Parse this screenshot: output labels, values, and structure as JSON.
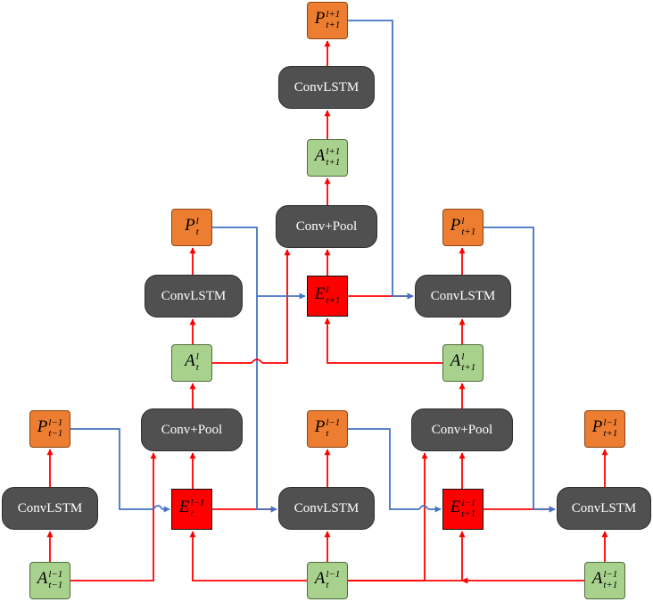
{
  "labels": {
    "convlstm": "ConvLSTM",
    "convpool": "Conv+Pool"
  },
  "colors": {
    "arrow_red": "#ff0000",
    "arrow_blue": "#4472c4",
    "module_fill": "#505050",
    "representation_fill": "#a9d18e",
    "prediction_fill": "#ed7d31",
    "error_fill": "#ff0000"
  },
  "symbols": {
    "A_lm1_tm1": {
      "base": "A",
      "sup": "l−1",
      "sub": "t−1"
    },
    "A_lm1_t": {
      "base": "A",
      "sup": "l−1",
      "sub": "t"
    },
    "A_lm1_tp1": {
      "base": "A",
      "sup": "l−1",
      "sub": "t+1"
    },
    "P_lm1_tm1": {
      "base": "P",
      "sup": "l−1",
      "sub": "t−1"
    },
    "P_lm1_t": {
      "base": "P",
      "sup": "l−1",
      "sub": "t"
    },
    "P_lm1_tp1": {
      "base": "P",
      "sup": "l−1",
      "sub": "t+1"
    },
    "E_lm1_t": {
      "base": "E",
      "sup": "l−1",
      "sub": "t"
    },
    "E_lm1_tp1": {
      "base": "E",
      "sup": "l−1",
      "sub": "t+1"
    },
    "A_l_t": {
      "base": "A",
      "sup": "l",
      "sub": "t"
    },
    "A_l_tp1": {
      "base": "A",
      "sup": "l",
      "sub": "t+1"
    },
    "P_l_t": {
      "base": "P",
      "sup": "l",
      "sub": "t"
    },
    "P_l_tp1": {
      "base": "P",
      "sup": "l",
      "sub": "t+1"
    },
    "E_l_tp1": {
      "base": "E",
      "sup": "l",
      "sub": "t+1"
    },
    "A_lp1_tp1": {
      "base": "A",
      "sup": "l+1",
      "sub": "t+1"
    },
    "P_lp1_tp1": {
      "base": "P",
      "sup": "l+1",
      "sub": "t+1"
    }
  }
}
